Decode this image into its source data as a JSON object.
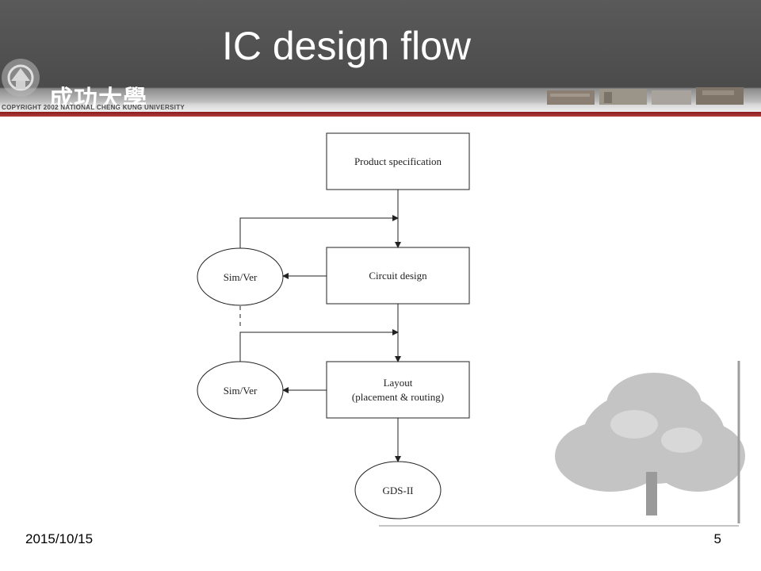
{
  "slide": {
    "title": "IC design flow",
    "university_name": "成功大學",
    "copyright": "COPYRIGHT 2002 NATIONAL CHENG KUNG UNIVERSITY",
    "date": "2015/10/15",
    "page_number": "5"
  },
  "flow": {
    "product_spec": "Product specification",
    "circuit_design": "Circuit design",
    "layout_line1": "Layout",
    "layout_line2": "(placement & routing)",
    "sim_ver_1": "Sim/Ver",
    "sim_ver_2": "Sim/Ver",
    "gds": "GDS-II"
  },
  "colors": {
    "header": "#4b4b4b",
    "stripe": "#9a2a2a",
    "diagram_line": "#222222"
  }
}
